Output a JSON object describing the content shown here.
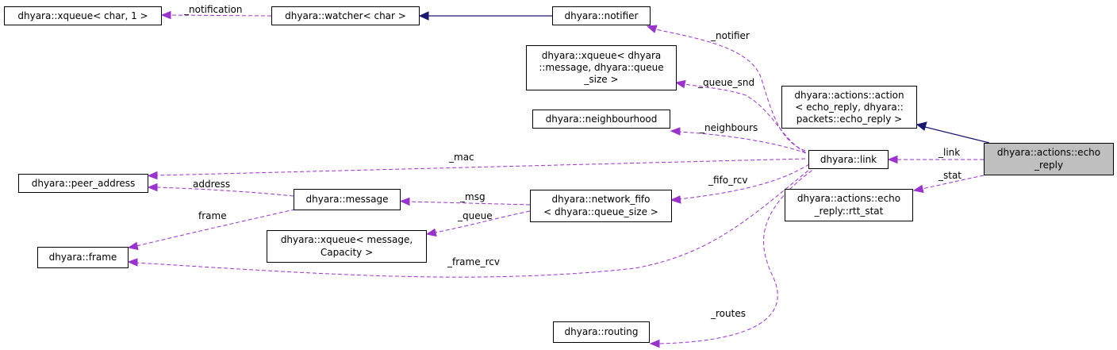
{
  "nodes": {
    "echo_reply": [
      "dhyara::actions::echo",
      "_reply"
    ],
    "action": [
      "dhyara::actions::action",
      "< echo_reply, dhyara::",
      "packets::echo_reply >"
    ],
    "rtt_stat": [
      "dhyara::actions::echo",
      "_reply::rtt_stat"
    ],
    "link": [
      "dhyara::link"
    ],
    "notifier": [
      "dhyara::notifier"
    ],
    "watcher": [
      "dhyara::watcher< char >"
    ],
    "xqueue_char": [
      "dhyara::xqueue< char, 1 >"
    ],
    "xqueue_msg": [
      "dhyara::xqueue< dhyara",
      "::message, dhyara::queue",
      "_size >"
    ],
    "neighbourhood": [
      "dhyara::neighbourhood"
    ],
    "peer_address": [
      "dhyara::peer_address"
    ],
    "message": [
      "dhyara::message"
    ],
    "network_fifo": [
      "dhyara::network_fifo",
      "< dhyara::queue_size >"
    ],
    "xqueue_cap": [
      "dhyara::xqueue< message,",
      "Capacity >"
    ],
    "frame": [
      "dhyara::frame"
    ],
    "routing": [
      "dhyara::routing"
    ]
  },
  "edge_labels": {
    "notification": "_notification",
    "notifier": "_notifier",
    "queue_snd": "_queue_snd",
    "neighbours": "_neighbours",
    "mac": "_mac",
    "link": "_link",
    "stat": "_stat",
    "fifo_rcv": "_fifo_rcv",
    "address": "address",
    "msg": "_msg",
    "frame": "frame",
    "queue": "_queue",
    "frame_rcv": "_frame_rcv",
    "routes": "_routes"
  },
  "colors": {
    "association": "#9a32cd",
    "inheritance": "#191970",
    "highlight_fill": "#bfbfbf"
  }
}
